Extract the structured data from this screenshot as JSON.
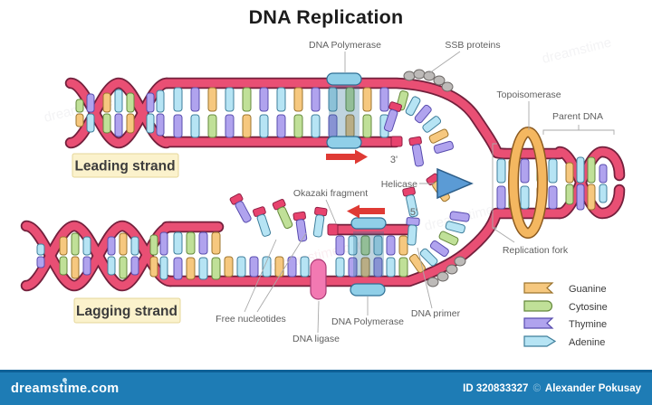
{
  "title": "DNA Replication",
  "labels": {
    "dna_polymerase_top": "DNA Polymerase",
    "ssb_proteins": "SSB proteins",
    "topoisomerase": "Topoisomerase",
    "parent_dna": "Parent DNA",
    "leading_strand": "Leading strand",
    "lagging_strand": "Lagging strand",
    "helicase": "Helicase",
    "okazaki_fragment": "Okazaki fragment",
    "replication_fork": "Replication fork",
    "free_nucleotides": "Free nucleotides",
    "dna_ligase": "DNA ligase",
    "dna_polymerase_bottom": "DNA Polymerase",
    "dna_primer": "DNA primer",
    "three_prime": "3'",
    "five_prime": "5'"
  },
  "legend": {
    "items": [
      {
        "label": "Guanine",
        "color": "#f6c87f"
      },
      {
        "label": "Cytosine",
        "color": "#c0e098"
      },
      {
        "label": "Thymine",
        "color": "#b0a3ee"
      },
      {
        "label": "Adenine",
        "color": "#b6e4f4"
      }
    ]
  },
  "colors": {
    "strand": "#e94f74",
    "strand_outline": "#73203c",
    "guanine": "#f6c87f",
    "guanine_dark": "#9c742d",
    "cytosine": "#c0e098",
    "cytosine_dark": "#64883b",
    "thymine": "#b0a3ee",
    "thymine_dark": "#584cae",
    "adenine": "#b6e4f4",
    "adenine_dark": "#3e7e9b",
    "polymerase": "#90cfe8",
    "polymerase_dark": "#2d6f94",
    "polymerase_shade": "rgba(43,111,148,0.30)",
    "helicase": "#5b9bd5",
    "helicase_dark": "#2e5f8a",
    "topoisomerase": "#f4b760",
    "topoisomerase_dark": "#8c5a1f",
    "ligase": "#f279b2",
    "ligase_dark": "#a83a74",
    "ssb": "#bdbab8",
    "ssb_dark": "#6e6a68",
    "arrow": "#df3a34",
    "cap": "#e8436e",
    "cap_dark": "#8f1f44",
    "label_text": "#5f5f5f",
    "leader": "#a9a9a9",
    "highlight_box": "#fbf2cc",
    "highlight_edge": "#e6d79a",
    "box_text": "#3c3c3c",
    "legend_text": "#3a3a3a",
    "title_color": "#1c1c1c",
    "watermark_gray": "rgba(150,150,165,0.14)",
    "watermark_pink": "rgba(220,120,150,0.16)"
  },
  "footer": {
    "site": "dreamstime.com",
    "credit_id": "ID 320833327",
    "credit_sep": "©",
    "credit_name": "Alexander Pokusay"
  },
  "watermark": {
    "text": "dreamstime"
  }
}
